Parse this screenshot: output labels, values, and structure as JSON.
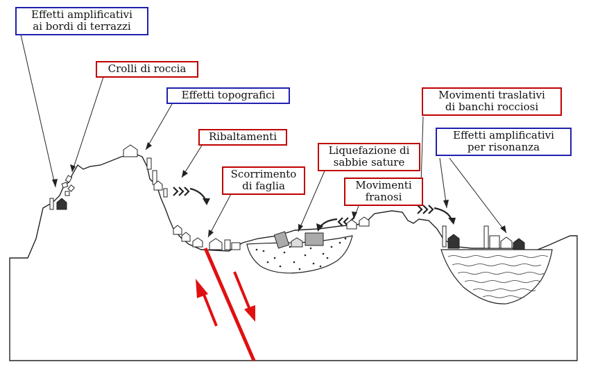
{
  "colors": {
    "red_box": "#c00000",
    "blue_box": "#1f1fb0",
    "fault": "#e01010",
    "terrain": "#222222"
  },
  "labels": {
    "terrace_edge": {
      "line1": "Effetti amplificativi",
      "line2": "ai bordi di terrazzi",
      "border": "blue"
    },
    "rock_fall": {
      "line1": "Crolli di roccia",
      "border": "red"
    },
    "topographic": {
      "line1": "Effetti topografici",
      "border": "blue"
    },
    "toppling": {
      "line1": "Ribaltamenti",
      "border": "red"
    },
    "fault_slip": {
      "line1": "Scorrimento",
      "line2": "di faglia",
      "border": "red"
    },
    "liquefaction": {
      "line1": "Liquefazione di",
      "line2": "sabbie sature",
      "border": "red"
    },
    "landslides": {
      "line1": "Movimenti",
      "line2": "franosi",
      "border": "red"
    },
    "translational": {
      "line1": "Movimenti traslativi",
      "line2": "di banchi rocciosi",
      "border": "red"
    },
    "resonance": {
      "line1": "Effetti amplificativi",
      "line2": "per risonanza",
      "border": "blue"
    }
  }
}
